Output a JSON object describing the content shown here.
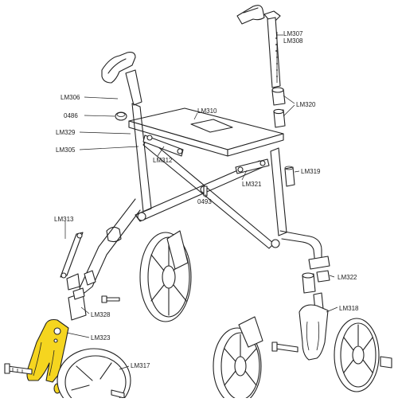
{
  "labels": {
    "lm307": "LM307",
    "lm308": "LM308",
    "lm306": "LM306",
    "p0486": "0486",
    "lm310": "LM310",
    "lm320": "LM320",
    "lm329": "LM329",
    "lm305": "LM305",
    "lm312": "LM312",
    "lm319": "LM319",
    "lm321": "LM321",
    "p0493": "0493",
    "lm313": "LM313",
    "lm322": "LM322",
    "lm328": "LM328",
    "lm318": "LM318",
    "lm323": "LM323",
    "lm317": "LM317"
  },
  "colors": {
    "highlight": "#f5d51f",
    "line": "#222222",
    "background": "#ffffff"
  }
}
